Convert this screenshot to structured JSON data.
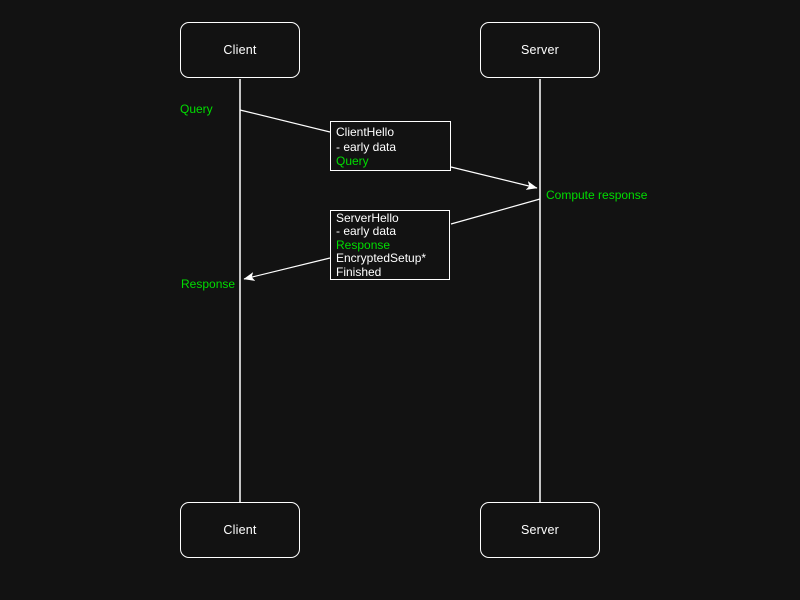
{
  "colors": {
    "background": "#121212",
    "stroke": "#ffffff",
    "text": "#ffffff",
    "accent_green": "#00dd00"
  },
  "diagram": {
    "type": "sequence-diagram",
    "actors": {
      "client": "Client",
      "server": "Server"
    },
    "labels": {
      "query": "Query",
      "compute_response": "Compute response",
      "response": "Response"
    },
    "messages": [
      {
        "name": "client-hello",
        "direction": "client-to-server",
        "lines": [
          {
            "text": "ClientHello",
            "color": "white"
          },
          {
            "text": "- early data",
            "color": "white"
          },
          {
            "text": "Query",
            "color": "green"
          }
        ]
      },
      {
        "name": "server-hello",
        "direction": "server-to-client",
        "lines": [
          {
            "text": "ServerHello",
            "color": "white"
          },
          {
            "text": "- early data",
            "color": "white"
          },
          {
            "text": "Response",
            "color": "green"
          },
          {
            "text": "EncryptedSetup*",
            "color": "white"
          },
          {
            "text": "Finished",
            "color": "white"
          }
        ]
      }
    ]
  }
}
